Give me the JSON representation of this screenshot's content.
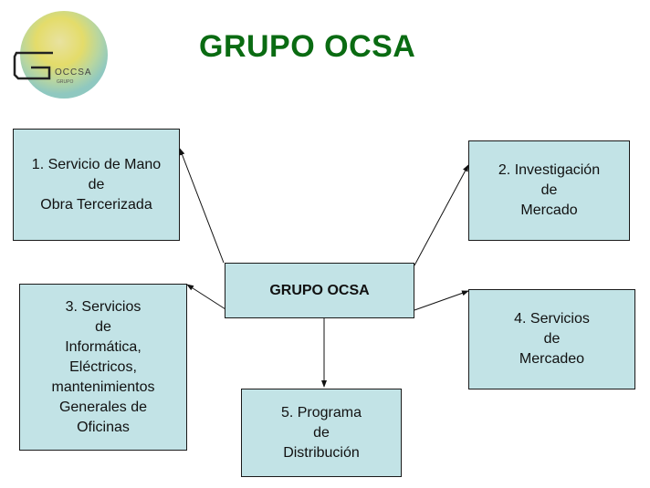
{
  "title": "GRUPO OCSA",
  "logo": {
    "text": "OCCSA",
    "subtext": "GRUPO"
  },
  "colors": {
    "title": "#0a6b12",
    "box_fill": "#c2e3e6",
    "border": "#1a1a1a"
  },
  "center": {
    "label": "GRUPO OCSA"
  },
  "boxes": [
    {
      "id": 1,
      "label": "1. Servicio de Mano\nde\nObra Tercerizada"
    },
    {
      "id": 2,
      "label": "2. Investigación\nde\nMercado"
    },
    {
      "id": 3,
      "label": "3. Servicios\nde\nInformática,\nEléctricos,\nmantenimientos\nGenerales de\nOficinas"
    },
    {
      "id": 4,
      "label": "4. Servicios\nde\nMercadeo"
    },
    {
      "id": 5,
      "label": "5. Programa\nde\nDistribución"
    }
  ]
}
